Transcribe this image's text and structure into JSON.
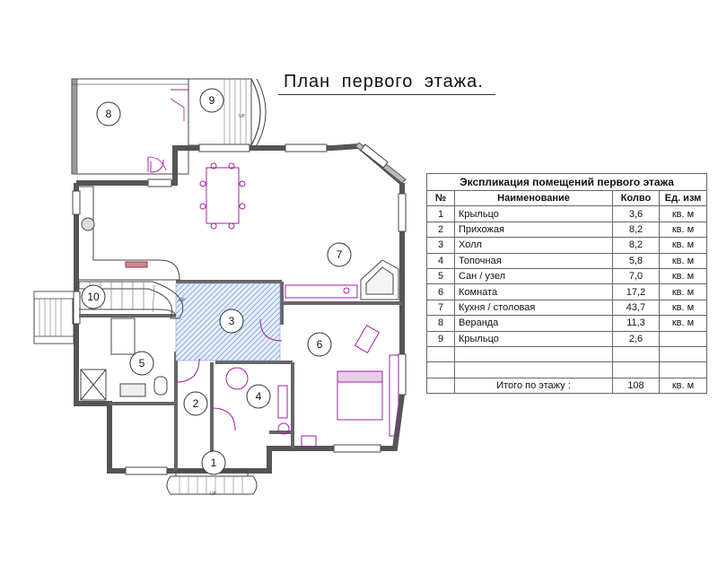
{
  "title": "План первого этажа.",
  "rooms": [
    {
      "id": "1",
      "label": "1"
    },
    {
      "id": "2",
      "label": "2"
    },
    {
      "id": "3",
      "label": "3"
    },
    {
      "id": "4",
      "label": "4"
    },
    {
      "id": "5",
      "label": "5"
    },
    {
      "id": "6",
      "label": "6"
    },
    {
      "id": "7",
      "label": "7"
    },
    {
      "id": "8",
      "label": "8"
    },
    {
      "id": "9",
      "label": "9"
    },
    {
      "id": "10",
      "label": "10"
    }
  ],
  "stair_up_label": "UP",
  "colors": {
    "wall": "#6b6b6b",
    "furniture": "#a020a0",
    "tile": "#9fb7e8",
    "line": "#333333"
  },
  "table": {
    "caption": "Экспликация помещений первого этажа",
    "headers": {
      "no": "№",
      "name": "Наименование",
      "qty": "Колво",
      "unit": "Ед. изм"
    },
    "rows": [
      {
        "no": "1",
        "name": "Крыльцо",
        "qty": "3,6",
        "unit": "кв. м"
      },
      {
        "no": "2",
        "name": "Прихожая",
        "qty": "8,2",
        "unit": "кв. м"
      },
      {
        "no": "3",
        "name": "Холл",
        "qty": "8,2",
        "unit": "кв. м"
      },
      {
        "no": "4",
        "name": "Топочная",
        "qty": "5,8",
        "unit": "кв. м"
      },
      {
        "no": "5",
        "name": "Сан / узел",
        "qty": "7,0",
        "unit": "кв. м"
      },
      {
        "no": "6",
        "name": "Комната",
        "qty": "17,2",
        "unit": "кв. м"
      },
      {
        "no": "7",
        "name": "Кухня / столовая",
        "qty": "43,7",
        "unit": "кв. м"
      },
      {
        "no": "8",
        "name": "Веранда",
        "qty": "11,3",
        "unit": "кв. м"
      },
      {
        "no": "9",
        "name": "Крыльцо",
        "qty": "2,6",
        "unit": ""
      }
    ],
    "total": {
      "label": "Итого по этажу  :",
      "qty": "108",
      "unit": "кв. м"
    }
  }
}
